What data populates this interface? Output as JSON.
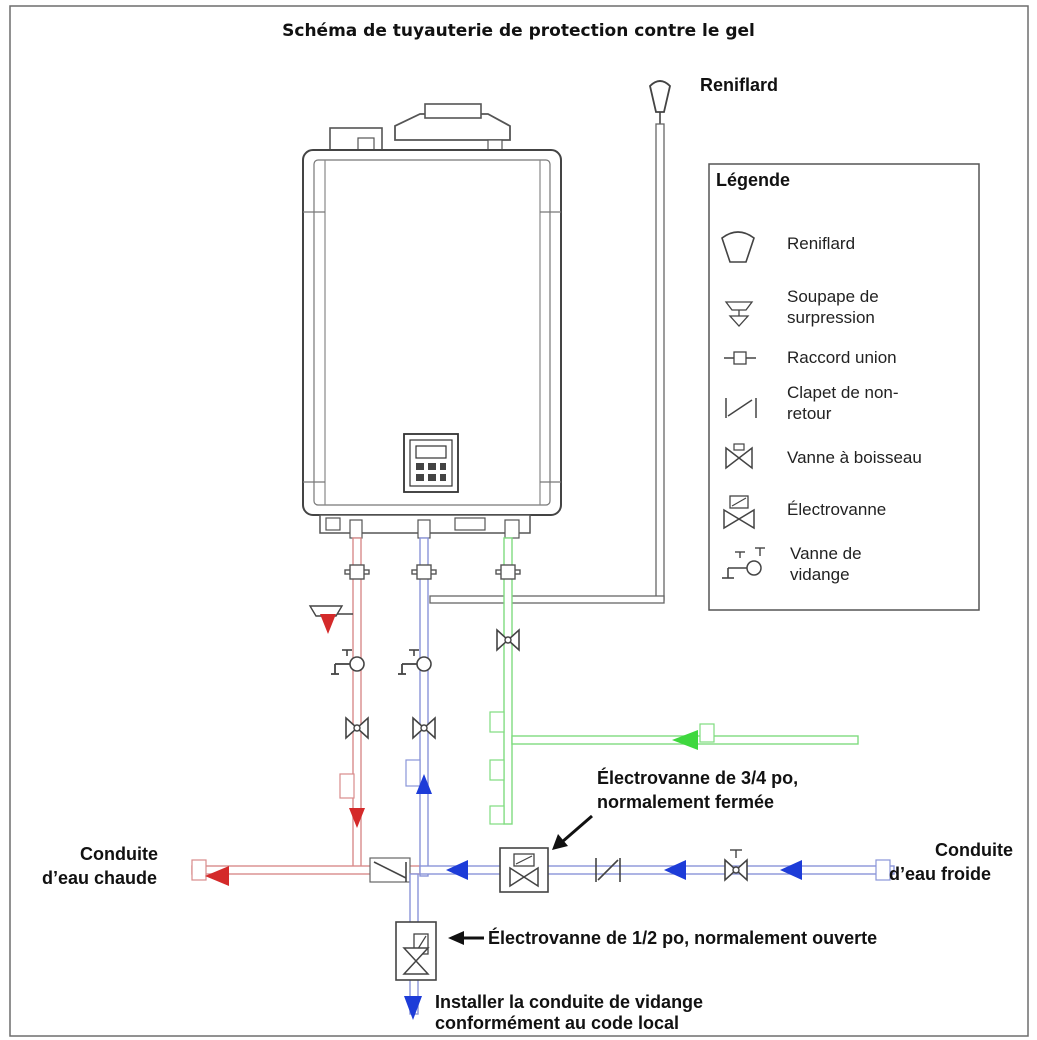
{
  "title": "Schéma de tuyauterie de protection contre le gel",
  "labels": {
    "vent": "Reniflard",
    "hot_line": [
      "Conduite",
      "d’eau chaude"
    ],
    "cold_line": [
      "Conduite",
      "d’eau froide"
    ],
    "solenoid_34": [
      "Électrovanne de 3/4 po,",
      "normalement fermée"
    ],
    "solenoid_12": "Électrovanne de 1/2 po, normalement ouverte",
    "drain_note": [
      "Installer la conduite de vidange",
      "conformément au code local"
    ]
  },
  "legend": {
    "title": "Légende",
    "items": [
      {
        "icon": "vent-icon",
        "label": [
          "Reniflard"
        ]
      },
      {
        "icon": "relief-valve-icon",
        "label": [
          "Soupape de",
          "surpression"
        ]
      },
      {
        "icon": "union-icon",
        "label": [
          "Raccord union"
        ]
      },
      {
        "icon": "check-valve-icon",
        "label": [
          "Clapet de non-",
          "retour"
        ]
      },
      {
        "icon": "ball-valve-icon",
        "label": [
          "Vanne à boisseau"
        ]
      },
      {
        "icon": "solenoid-valve-icon",
        "label": [
          "Électrovanne"
        ]
      },
      {
        "icon": "drain-valve-icon",
        "label": [
          "Vanne de",
          "vidange"
        ]
      }
    ]
  },
  "colors": {
    "hot": "#d42a2a",
    "cold": "#1d3cd8",
    "recirc": "#3ed83e",
    "outline": "#555555"
  }
}
